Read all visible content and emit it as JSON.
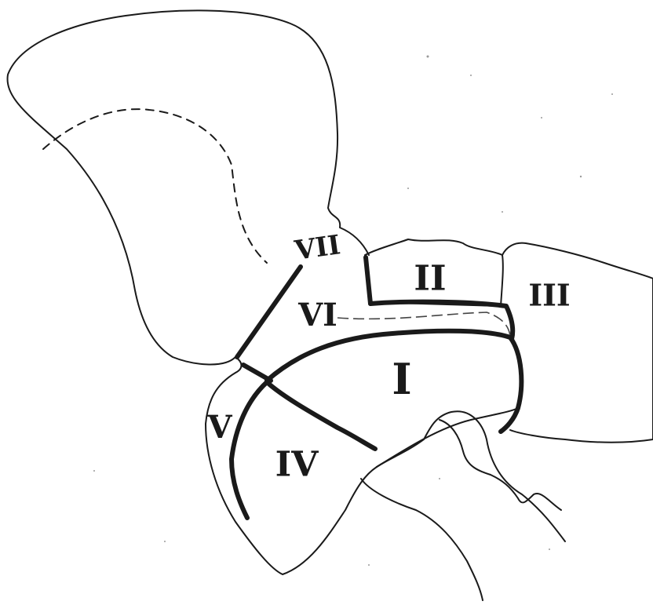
{
  "labels": {
    "zone_1": "I",
    "zone_2": "II",
    "zone_3": "III",
    "zone_4": "IV",
    "zone_5": "V",
    "zone_6": "VI",
    "zone_7": "VII"
  }
}
